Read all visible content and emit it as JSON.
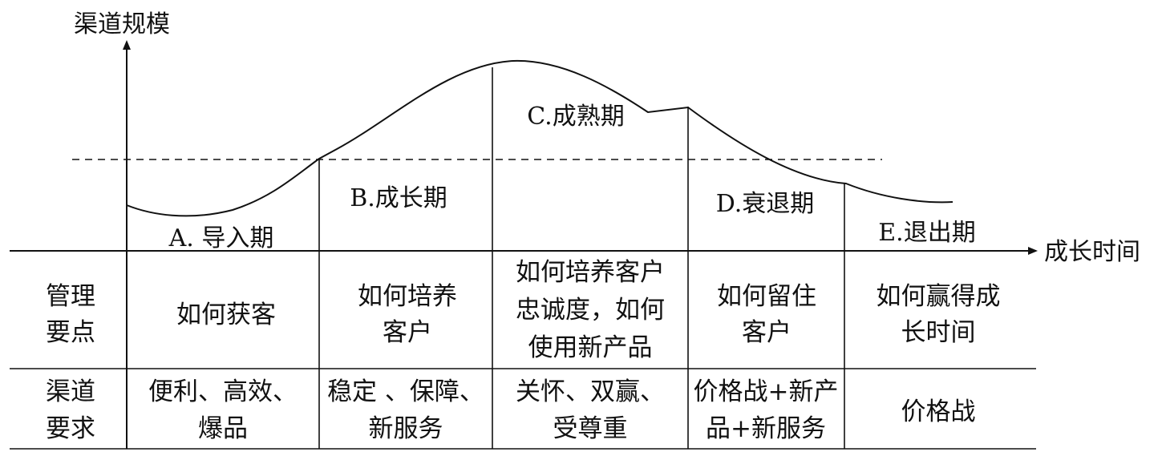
{
  "y_axis_label": "渠道规模",
  "x_axis_label": "成长时间",
  "stages": [
    {
      "label": "A. 导入期"
    },
    {
      "label": "B.成长期"
    },
    {
      "label": "C.成熟期"
    },
    {
      "label": "D.衰退期"
    },
    {
      "label": "E.退出期"
    }
  ],
  "rows": [
    {
      "header": [
        "管理",
        "要点"
      ],
      "cells": [
        [
          "如何获客"
        ],
        [
          "如何培养",
          "客户"
        ],
        [
          "如何培养客户",
          "忠诚度，如何",
          "使用新产品"
        ],
        [
          "如何留住",
          "客户"
        ],
        [
          "如何赢得成",
          "长时间"
        ]
      ]
    },
    {
      "header": [
        "渠道",
        "要求"
      ],
      "cells": [
        [
          "便利、高效、",
          "爆品"
        ],
        [
          "稳定 、保障、",
          "新服务"
        ],
        [
          "关怀、双赢、",
          "受尊重"
        ],
        [
          "价格战+新产",
          "品+新服务"
        ],
        [
          "价格战"
        ]
      ]
    }
  ]
}
